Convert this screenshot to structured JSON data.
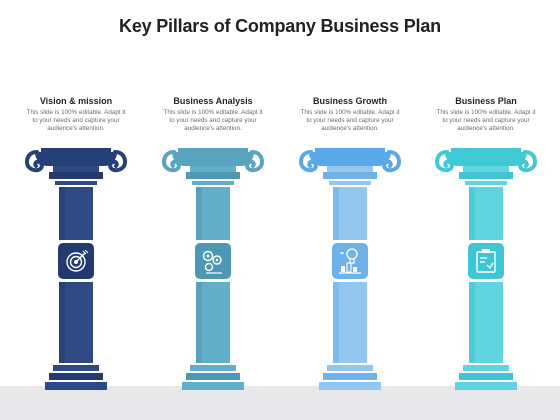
{
  "title": "Key Pillars of Company Business Plan",
  "pillars": [
    {
      "heading": "Vision & mission",
      "description": "This slide is 100% editable. Adapt it to your needs and capture your audience's attention.",
      "icon": "target-icon",
      "color": "#2d4a85",
      "dark": "#223a6e",
      "capital": "#253f77"
    },
    {
      "heading": "Business Analysis",
      "description": "This slide is 100% editable. Adapt it to your needs and capture your audience's attention.",
      "icon": "gears-icon",
      "color": "#63aec9",
      "dark": "#4f98b4",
      "capital": "#59a4c0"
    },
    {
      "heading": "Business Growth",
      "description": "This slide is 100% editable. Adapt it to your needs and capture your audience's attention.",
      "icon": "idea-growth-icon",
      "color": "#93c7ef",
      "dark": "#6fb2e8",
      "capital": "#5aa8e6"
    },
    {
      "heading": "Business Plan",
      "description": "This slide is 100% editable. Adapt it to your needs and capture your audience's attention.",
      "icon": "plan-board-icon",
      "color": "#5fd6df",
      "dark": "#3fc6d2",
      "capital": "#3fc9d4"
    }
  ]
}
